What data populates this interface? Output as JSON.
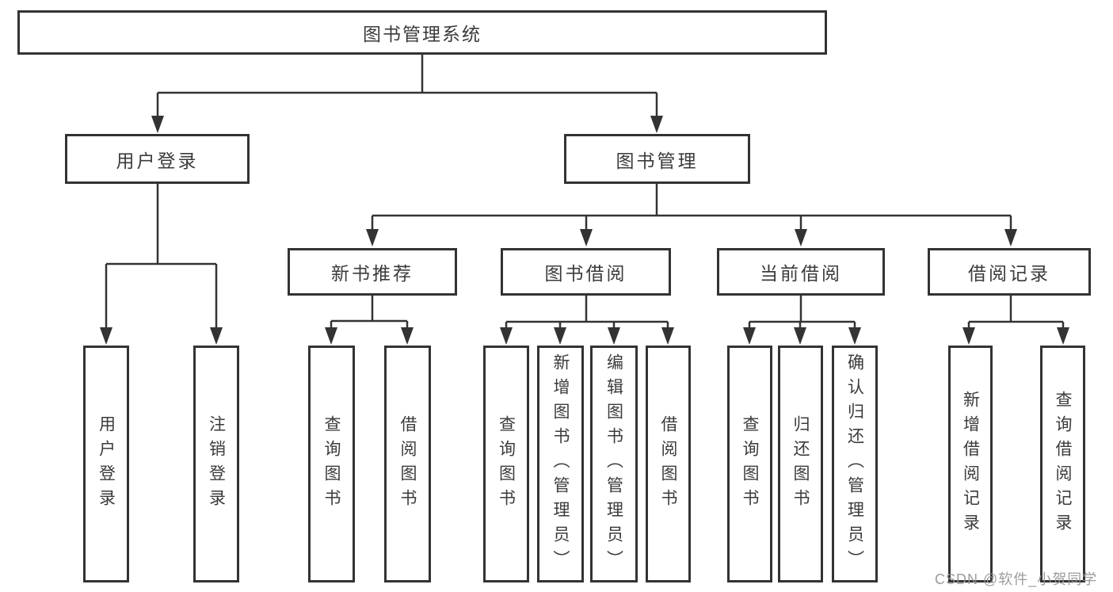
{
  "diagram": {
    "title": "图书管理系统",
    "watermark": "CSDN @软件_小贺同学",
    "colors": {
      "line": "#333333",
      "box_border": "#333333",
      "text": "#3b3b3b",
      "background": "#ffffff",
      "watermark": "#949494"
    },
    "root": {
      "label": "图书管理系统"
    },
    "branches": [
      {
        "label": "用户登录",
        "children": [
          {
            "label": "用户登录"
          },
          {
            "label": "注销登录"
          }
        ]
      },
      {
        "label": "图书管理",
        "groups": [
          {
            "label": "新书推荐",
            "children": [
              {
                "label": "查询图书"
              },
              {
                "label": "借阅图书"
              }
            ]
          },
          {
            "label": "图书借阅",
            "children": [
              {
                "label": "查询图书"
              },
              {
                "label": "新增图书（管理员）"
              },
              {
                "label": "编辑图书（管理员）"
              },
              {
                "label": "借阅图书"
              }
            ]
          },
          {
            "label": "当前借阅",
            "children": [
              {
                "label": "查询图书"
              },
              {
                "label": "归还图书"
              },
              {
                "label": "确认归还（管理员）"
              }
            ]
          },
          {
            "label": "借阅记录",
            "children": [
              {
                "label": "新增借阅记录"
              },
              {
                "label": "查询借阅记录"
              }
            ]
          }
        ]
      }
    ]
  }
}
